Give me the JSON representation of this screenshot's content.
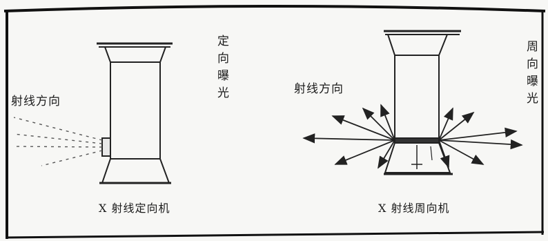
{
  "left_diagram": {
    "direction_label": "射线方向",
    "exposure_label": "定向曝光",
    "caption": "X 射线定向机"
  },
  "right_diagram": {
    "direction_label": "射线方向",
    "exposure_label": "周向曝光",
    "caption": "X 射线周向机"
  }
}
